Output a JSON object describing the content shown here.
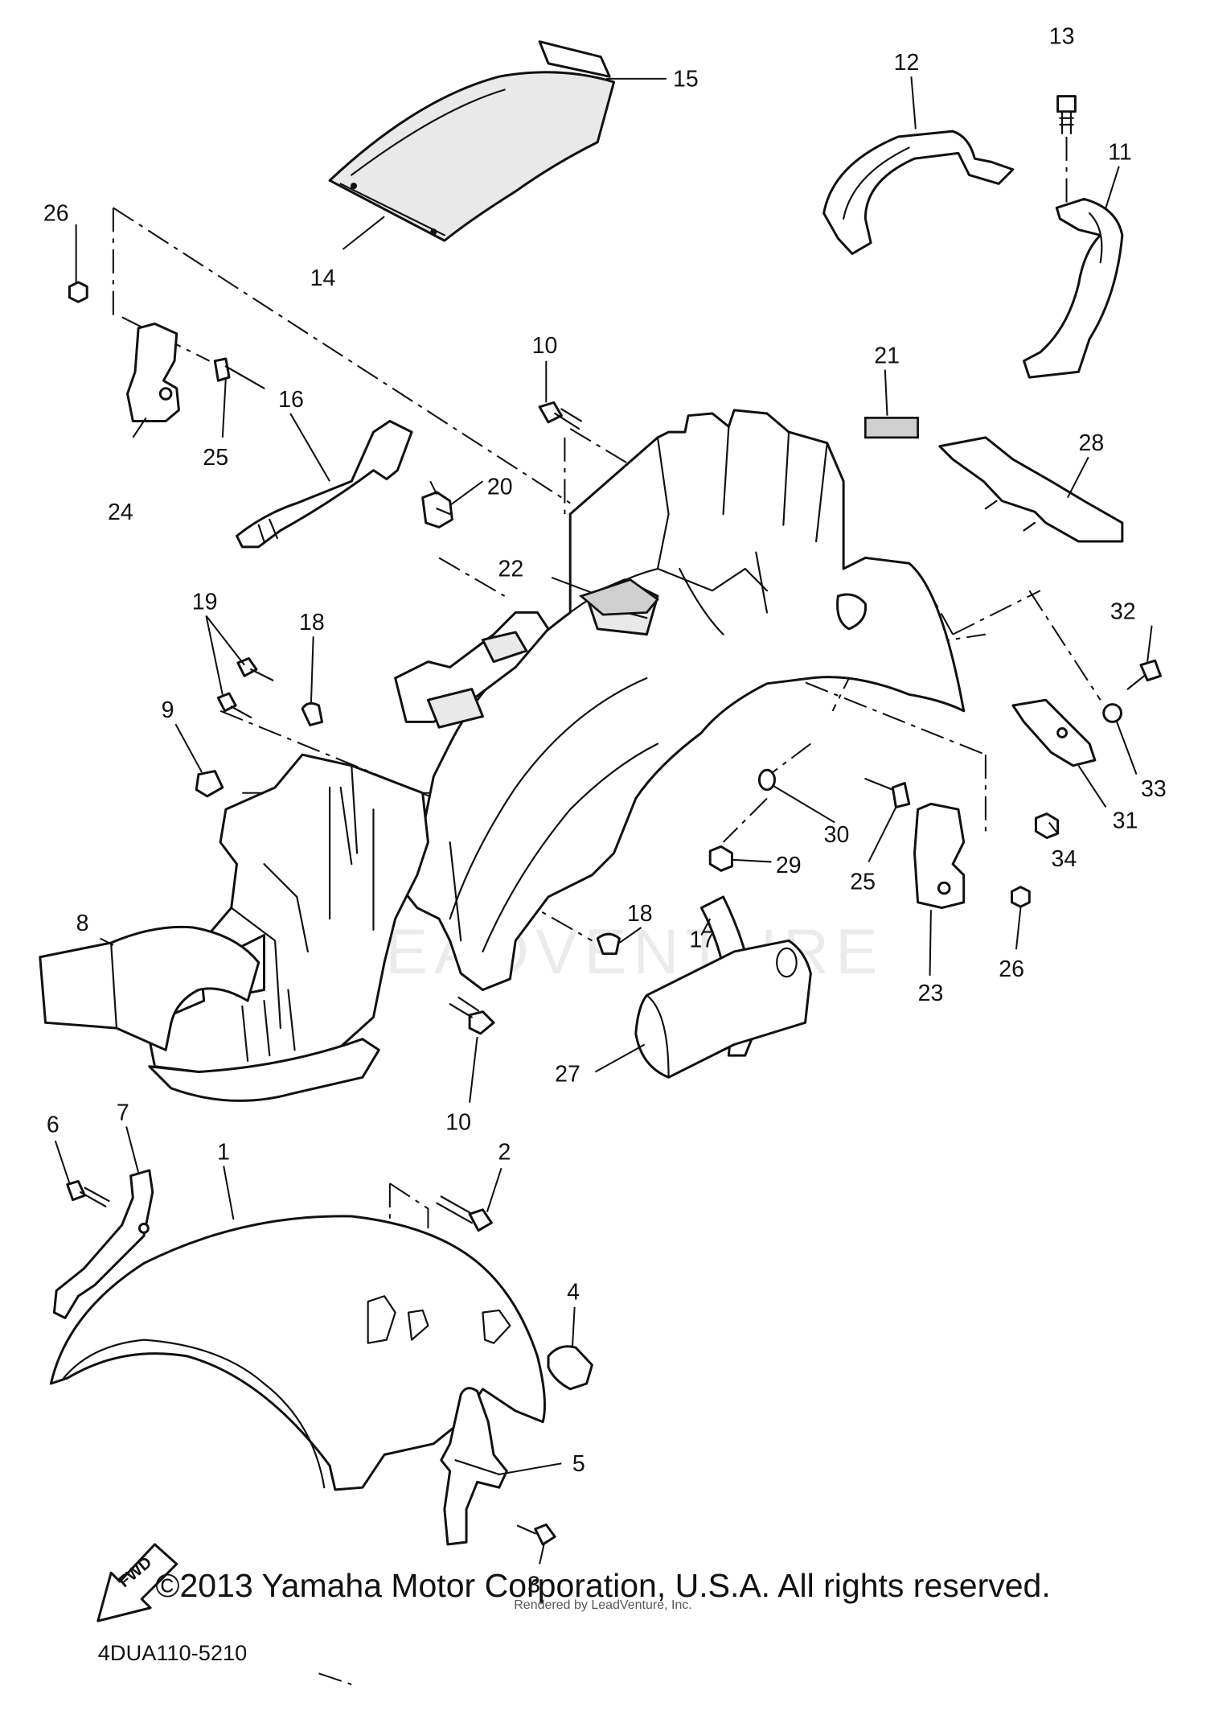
{
  "diagram": {
    "callouts": [
      "1",
      "2",
      "3",
      "4",
      "5",
      "6",
      "7",
      "8",
      "9",
      "10",
      "11",
      "12",
      "13",
      "14",
      "15",
      "16",
      "17",
      "18",
      "19",
      "20",
      "21",
      "22",
      "23",
      "24",
      "25",
      "26",
      "27",
      "28",
      "29",
      "30",
      "31",
      "32",
      "33",
      "34"
    ],
    "diagram_code": "4DUA110-5210",
    "fwd_label": "FWD"
  },
  "footer": {
    "copyright": "©2013 Yamaha Motor Corporation, U.S.A. All rights reserved.",
    "rendered_by": "Rendered by LeadVenture, Inc."
  },
  "watermark": {
    "text": "LEADVENTURE"
  }
}
